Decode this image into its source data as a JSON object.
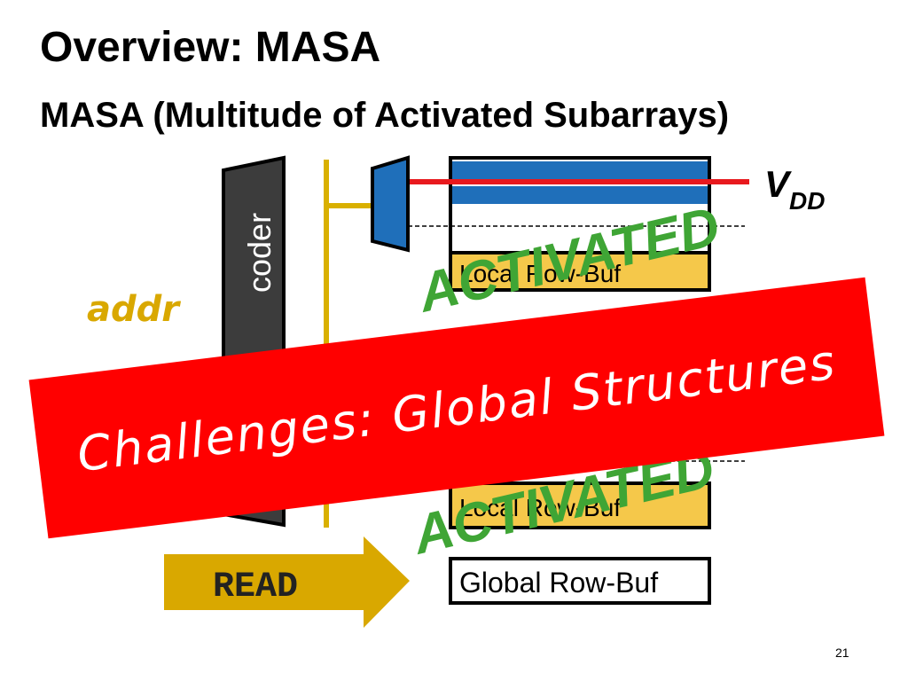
{
  "slide": {
    "title": "Overview: MASA",
    "subtitle": "MASA (Multitude of Activated Subarrays)",
    "page_number": "21"
  },
  "diagram": {
    "decoder_label": "coder",
    "addr_label": "addr",
    "vdd_label": "V",
    "vdd_subscript": "DD",
    "activated_labels": [
      "ACTIVATED",
      "ACTIVATED"
    ],
    "local_rowbuf_labels": [
      "Local Row-Buf",
      "Local Row-Buf"
    ],
    "global_rowbuf_label": "Global Row-Buf",
    "read_label": "READ",
    "colors": {
      "row_blue": "#1f6fba",
      "vdd_line": "#e8191e",
      "wire_yellow": "#d9b000",
      "local_buf_fill": "#f5c84a",
      "read_arrow": "#d9a800",
      "activated_green": "#3fa535",
      "decoder_gray": "#3c3c3c"
    }
  },
  "overlay": {
    "banner_text": "Challenges: Global Structures",
    "banner_color": "#ff0000"
  }
}
